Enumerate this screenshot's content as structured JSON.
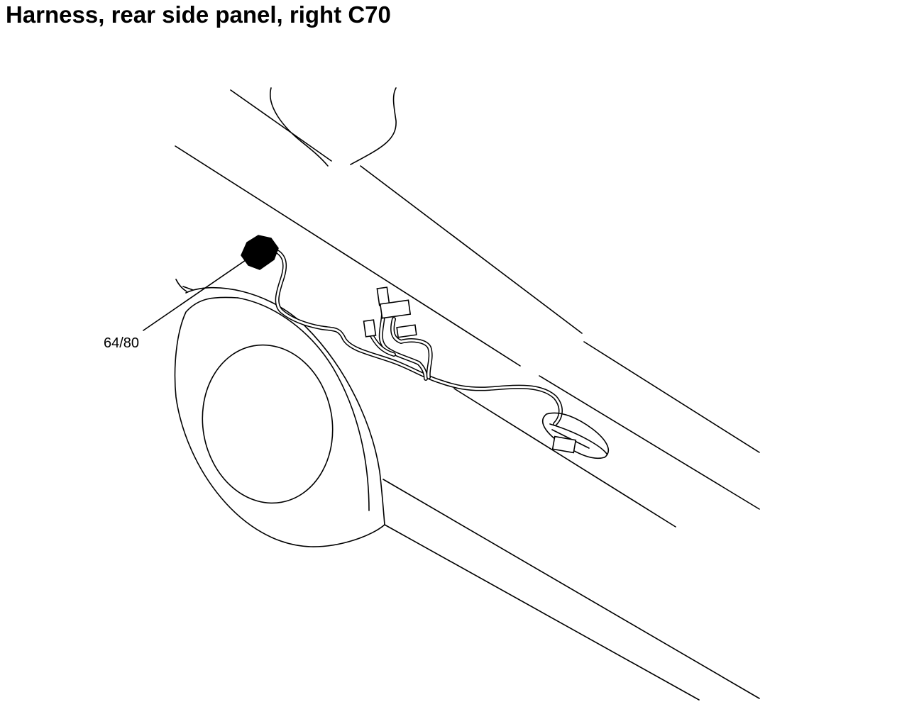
{
  "title": "Harness, rear side panel, right C70",
  "callouts": [
    {
      "label": "64/80",
      "target": "connector-64-80"
    }
  ],
  "colors": {
    "ink": "#000000",
    "background": "#ffffff"
  }
}
